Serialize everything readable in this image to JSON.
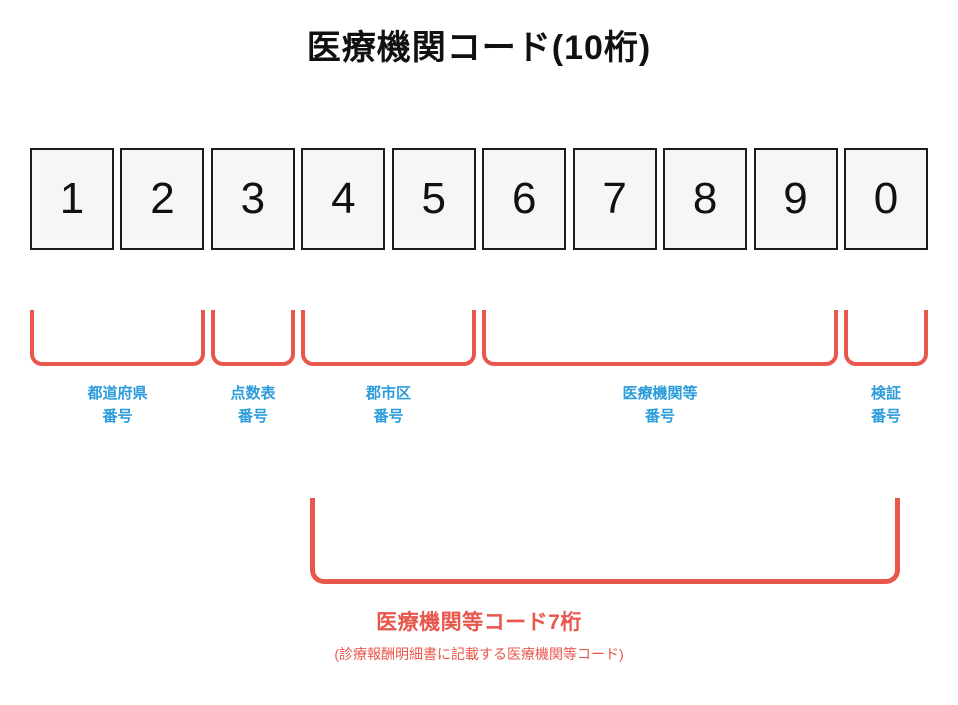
{
  "title": "医療機関コード(10桁)",
  "digits": [
    "1",
    "2",
    "3",
    "4",
    "5",
    "6",
    "7",
    "8",
    "9",
    "0"
  ],
  "groups": [
    {
      "name": "prefecture-number",
      "line1": "都道府県",
      "line2": "番号"
    },
    {
      "name": "score-table-number",
      "line1": "点数表",
      "line2": "番号"
    },
    {
      "name": "city-number",
      "line1": "郡市区",
      "line2": "番号"
    },
    {
      "name": "institution-number",
      "line1": "医療機関等",
      "line2": "番号"
    },
    {
      "name": "check-digit",
      "line1": "検証",
      "line2": "番号"
    }
  ],
  "bottom": {
    "title": "医療機関等コード7桁",
    "subtitle": "(診療報酬明細書に記載する医療機関等コード)"
  },
  "colors": {
    "bracket_red": "#e8574c",
    "label_blue": "#2d9cdb",
    "box_fill": "#f5f6f8",
    "box_border": "#1c1c1e"
  }
}
